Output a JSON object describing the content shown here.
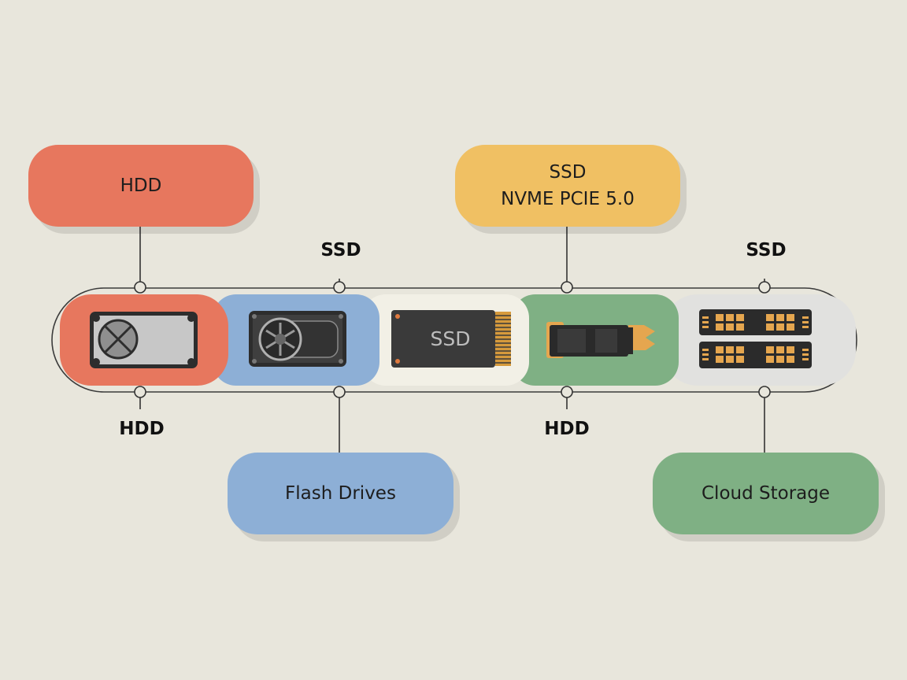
{
  "diagram": {
    "callouts": {
      "top_left": "HDD",
      "top_right": "SSD\nNVME PCIE 5.0",
      "bottom_left": "Flash Drives",
      "bottom_right": "Cloud Storage"
    },
    "labels": {
      "top_1": "SSD",
      "top_2": "SSD",
      "bottom_1": "HDD",
      "bottom_2": "HDD"
    },
    "devices": {
      "ssd_card_text": "SSD"
    },
    "colors": {
      "background": "#e8e6dc",
      "red": "#e7775e",
      "blue": "#8dafd6",
      "cream": "#f2f0e6",
      "green": "#7fb084",
      "gray": "#e1e1df",
      "yellow": "#f0c063",
      "chip_gold": "#e5a64f"
    },
    "icons": [
      "hard-disk-drive-icon",
      "hdd-with-fan-icon",
      "ssd-card-icon",
      "nvme-stick-icon",
      "memory-modules-icon"
    ]
  }
}
